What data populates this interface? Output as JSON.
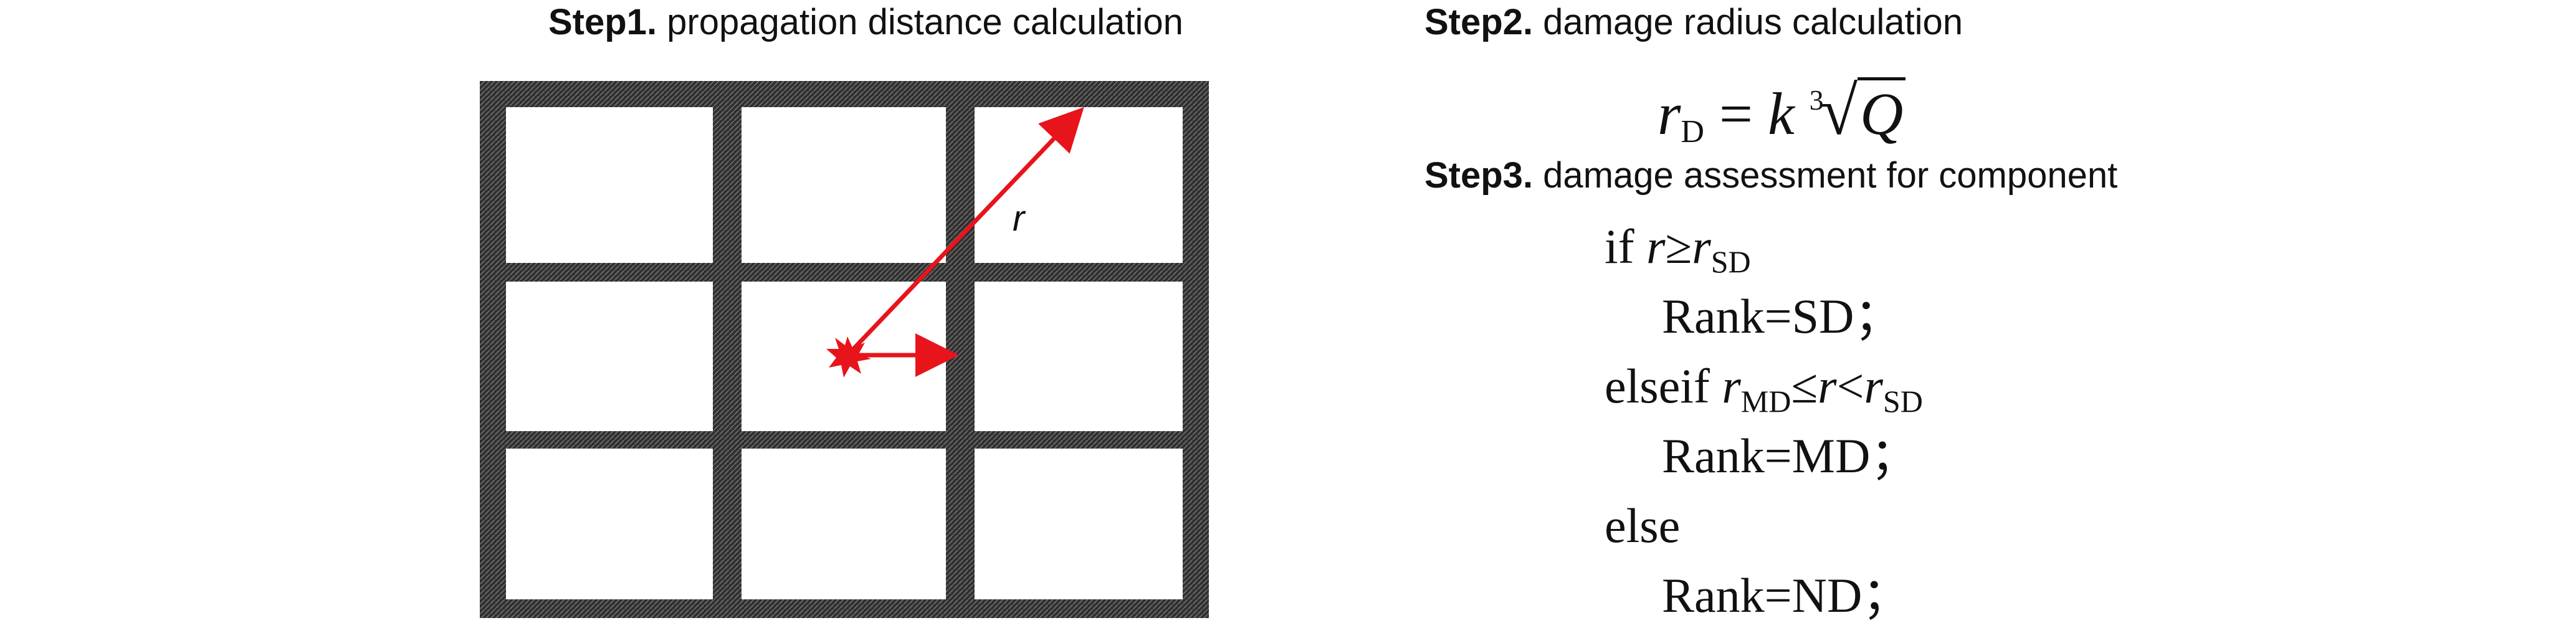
{
  "step1": {
    "label": "Step1.",
    "text": " propagation distance calculation",
    "r_label": "r"
  },
  "step2": {
    "label": "Step2.",
    "text": " damage radius calculation",
    "formula": {
      "lhs": "r",
      "lhs_sub": "D",
      "equals": " = ",
      "coef": "k",
      "root_index": "3",
      "radical": "√",
      "radicand": "Q"
    }
  },
  "step3": {
    "label": "Step3.",
    "text": " damage assessment for component",
    "lines": [
      {
        "prefix": "if ",
        "var1": "r",
        "sub1": "",
        "op": "≥",
        "var2": "r",
        "sub2": "SD",
        "suffix": "",
        "indent": false
      },
      {
        "prefix": "Rank=SD；",
        "indent": true
      },
      {
        "prefix": "elseif ",
        "var1": "r",
        "sub1": "MD",
        "op": "≤",
        "var2": "r",
        "sub2": "",
        "op2": "<",
        "var3": "r",
        "sub3": "SD",
        "indent": false
      },
      {
        "prefix": "Rank=MD；",
        "indent": true
      },
      {
        "prefix": "else",
        "indent": false
      },
      {
        "prefix": "Rank=ND；",
        "indent": true
      }
    ]
  },
  "colors": {
    "frame": "#3a3a3a",
    "arrow": "#e8141c"
  },
  "icons": {
    "explosion": "explosion-star-icon"
  }
}
